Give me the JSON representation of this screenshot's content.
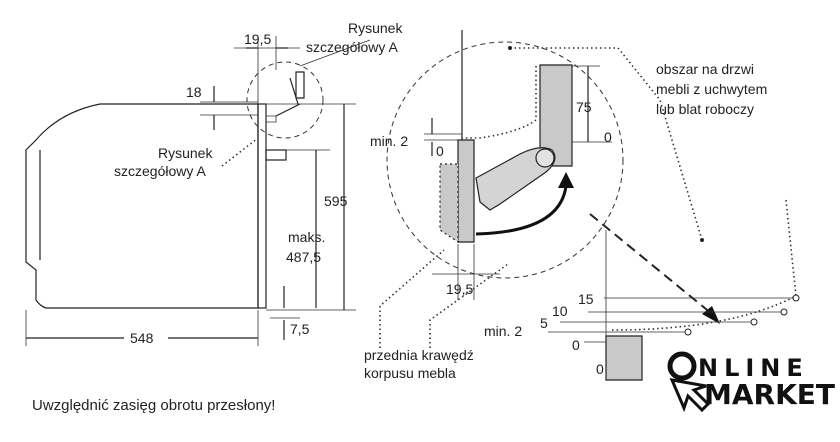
{
  "labels": {
    "detail_a_top": [
      "Rysunek",
      "szczegółowy A"
    ],
    "detail_a_side": [
      "Rysunek",
      "szczegółowy A"
    ],
    "dim_19_5_top": "19,5",
    "dim_18": "18",
    "dim_595": "595",
    "dim_max": [
      "maks.",
      "487,5"
    ],
    "dim_548": "548",
    "dim_7_5": "7,5",
    "dim_min2_detail": "min. 2",
    "dim_0_detail": "0",
    "dim_75": "75",
    "dim_0_right": "0",
    "dim_19_5_bottom": "19,5",
    "front_edge": [
      "przednia krawędź",
      "korpusu mebla"
    ],
    "door_area": [
      "obszar na drzwi",
      "mebli z uchwytem",
      "lub blat roboczy"
    ],
    "scale_15": "15",
    "scale_10": "10",
    "scale_5": "5",
    "scale_min2": "min. 2",
    "scale_0a": "0",
    "scale_0b": "0",
    "note": "Uwzględnić zasięg obrotu przesłony!"
  },
  "logo": {
    "line1": "NLINE",
    "line2": "MARKET",
    "color": "#111111"
  },
  "colors": {
    "grey_fill": "#c9c9c9",
    "line": "#222222"
  }
}
